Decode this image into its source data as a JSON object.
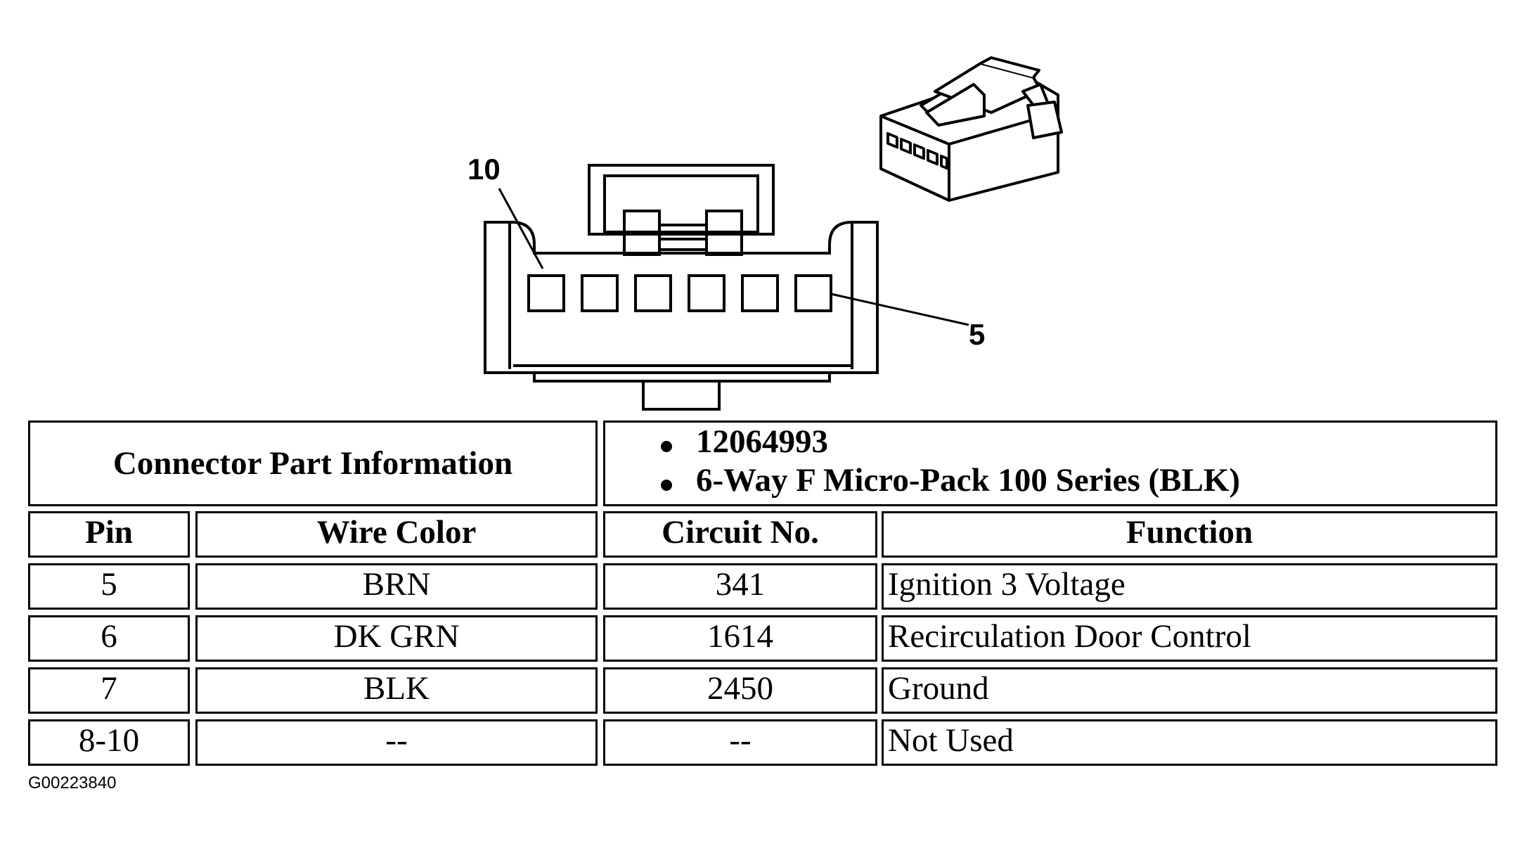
{
  "connector_face": {
    "label_top": "10",
    "label_right": "5",
    "cavity_count": 6
  },
  "part_info": {
    "header": "Connector Part Information",
    "items": [
      "12064993",
      "6-Way F Micro-Pack 100 Series (BLK)"
    ]
  },
  "table": {
    "columns": [
      "Pin",
      "Wire Color",
      "Circuit No.",
      "Function"
    ],
    "rows": [
      [
        "5",
        "BRN",
        "341",
        "Ignition 3 Voltage"
      ],
      [
        "6",
        "DK GRN",
        "1614",
        "Recirculation Door Control"
      ],
      [
        "7",
        "BLK",
        "2450",
        "Ground"
      ],
      [
        "8-10",
        "--",
        "--",
        "Not Used"
      ]
    ]
  },
  "figure_id": "G00223840"
}
